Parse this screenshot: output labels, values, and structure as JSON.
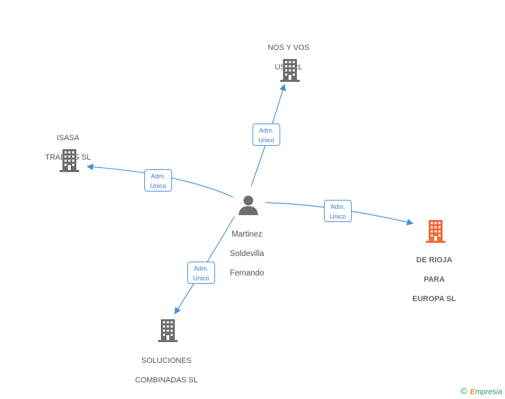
{
  "colors": {
    "edge": "#4a8fd8",
    "building_gray": "#6e6e6e",
    "building_highlight": "#f26a3a",
    "person": "#6e6e6e"
  },
  "person": {
    "name_line1": "Martinez",
    "name_line2": "Soldevilla",
    "name_line3": "Fernando",
    "icon": "person-icon"
  },
  "companies": {
    "nos_y_vos": {
      "line1": "NOS Y VOS",
      "line2": "US SRL",
      "icon": "building-icon"
    },
    "isasa": {
      "line1": "ISASA",
      "line2": "TRADING SL",
      "icon": "building-icon"
    },
    "de_rioja": {
      "line1": "DE RIOJA",
      "line2": "PARA",
      "line3": "EUROPA SL",
      "icon": "building-icon"
    },
    "soluciones": {
      "line1": "SOLUCIONES",
      "line2": "COMBINADAS SL",
      "icon": "building-icon"
    }
  },
  "relations": {
    "to_nos_y_vos": {
      "line1": "Adm.",
      "line2": "Unico"
    },
    "to_isasa": {
      "line1": "Adm.",
      "line2": "Unico"
    },
    "to_de_rioja": {
      "line1": "Adm.",
      "line2": "Unico"
    },
    "to_soluciones": {
      "line1": "Adm.",
      "line2": "Unico"
    }
  },
  "footer": {
    "copyright": "©",
    "brand_initial": "E",
    "brand_rest": "mpresia"
  }
}
